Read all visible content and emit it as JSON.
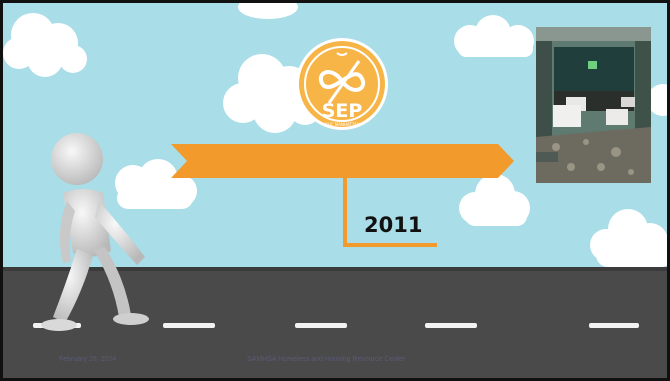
{
  "slide": {
    "year": "2011",
    "logo_text": "SEP",
    "logo_subtitle": "MHC MANHATTAN",
    "footer_date": "February 28, 2024",
    "footer_source": "SAMHSA Homeless and Housing Resource Center"
  },
  "colors": {
    "sky": "#a9dde8",
    "road": "#4a4a4a",
    "accent": "#f39a2c",
    "lane_marking": "#f2f2f2"
  }
}
